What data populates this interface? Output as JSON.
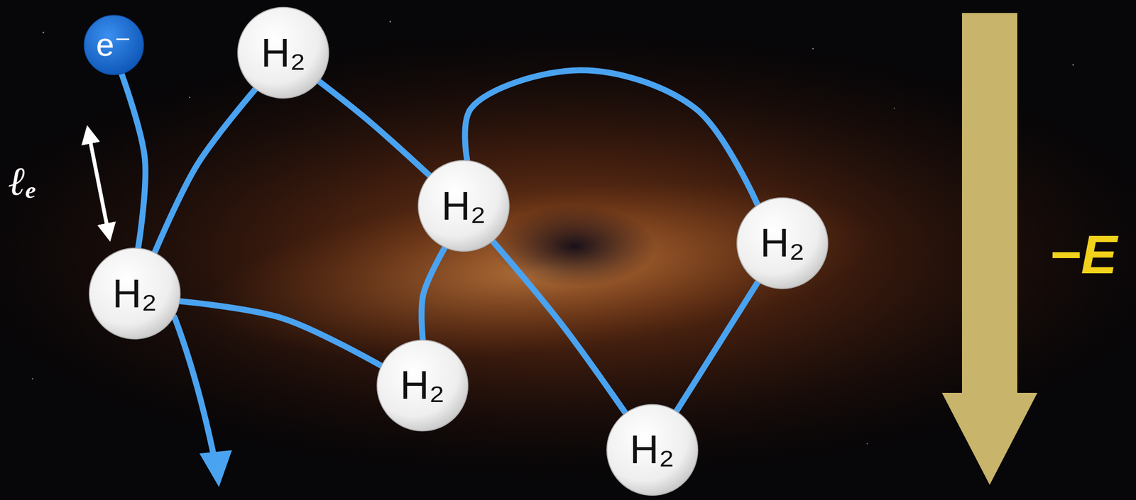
{
  "diagram": {
    "nodes": [
      {
        "text": [
          "e⁻"
        ]
      },
      {
        "text": [
          "H₂"
        ]
      },
      {
        "text": [
          "H₂"
        ]
      },
      {
        "text": [
          "H₂"
        ]
      },
      {
        "text": [
          "H₂"
        ]
      },
      {
        "text": [
          "H₂"
        ]
      },
      {
        "text": [
          "H₂"
        ]
      }
    ],
    "edges": [
      {
        "from": 0,
        "to": 4,
        "arrow": "none"
      },
      {
        "from": 4,
        "to": 1,
        "arrow": "none"
      },
      {
        "from": 1,
        "to": 2,
        "arrow": "none"
      },
      {
        "from": 2,
        "to": 3,
        "arrow": "none"
      },
      {
        "from": 3,
        "to": 6,
        "arrow": "none"
      },
      {
        "from": 6,
        "to": 2,
        "arrow": "none"
      },
      {
        "from": 2,
        "to": 5,
        "arrow": "none"
      },
      {
        "from": 5,
        "to": 4,
        "arrow": "none"
      }
    ],
    "labels": [
      "ℓₑ",
      "−E"
    ]
  }
}
